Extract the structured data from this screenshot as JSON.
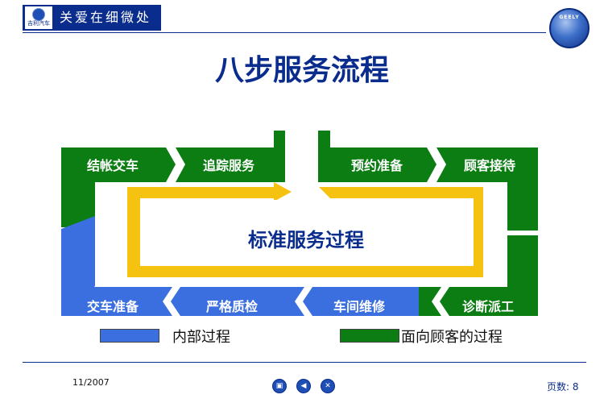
{
  "header": {
    "title": "关爱在细微处",
    "logo_text": "吉利汽车"
  },
  "brand_badge": "GEELY",
  "page_title": "八步服务流程",
  "center": "标准服务过程",
  "steps": [
    {
      "label": "结帐交车",
      "kind": "external"
    },
    {
      "label": "追踪服务",
      "kind": "external"
    },
    {
      "label": "预约准备",
      "kind": "external"
    },
    {
      "label": "顾客接待",
      "kind": "external"
    },
    {
      "label": "诊断派工",
      "kind": "external"
    },
    {
      "label": "车间维修",
      "kind": "internal"
    },
    {
      "label": "严格质检",
      "kind": "internal"
    },
    {
      "label": "交车准备",
      "kind": "internal"
    }
  ],
  "legend": {
    "internal": "内部过程",
    "external": "面向顾客的过程"
  },
  "colors": {
    "internal": "#3b6fe0",
    "external": "#0b7d12",
    "center_frame": "#f5c211",
    "navy": "#0a2c8c"
  },
  "footer": {
    "date": "11/2007",
    "page_label": "页数: 8",
    "nav_icons": [
      "end-show-icon",
      "previous-icon",
      "close-icon"
    ]
  }
}
